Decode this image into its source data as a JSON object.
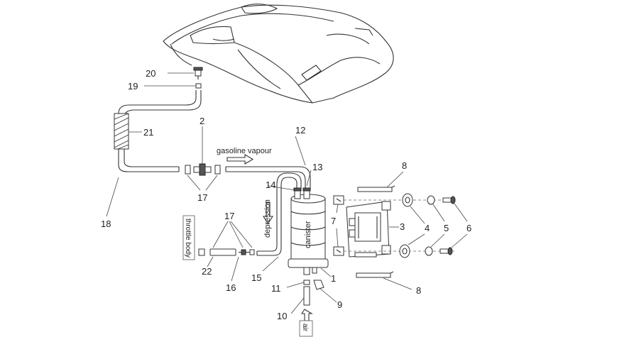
{
  "labels": {
    "gasoline_vapour": "gasoline vapour",
    "depression": "depression",
    "canister": "canister",
    "throttle_body": "throttle body",
    "air": "air"
  },
  "callouts": {
    "n1": "1",
    "n2": "2",
    "n3": "3",
    "n4": "4",
    "n5": "5",
    "n6": "6",
    "n7": "7",
    "n8a": "8",
    "n8b": "8",
    "n9": "9",
    "n10": "10",
    "n11": "11",
    "n12": "12",
    "n13": "13",
    "n14": "14",
    "n15": "15",
    "n16": "16",
    "n17a": "17",
    "n17b": "17",
    "n18": "18",
    "n19": "19",
    "n20": "20",
    "n21": "21",
    "n22": "22"
  }
}
